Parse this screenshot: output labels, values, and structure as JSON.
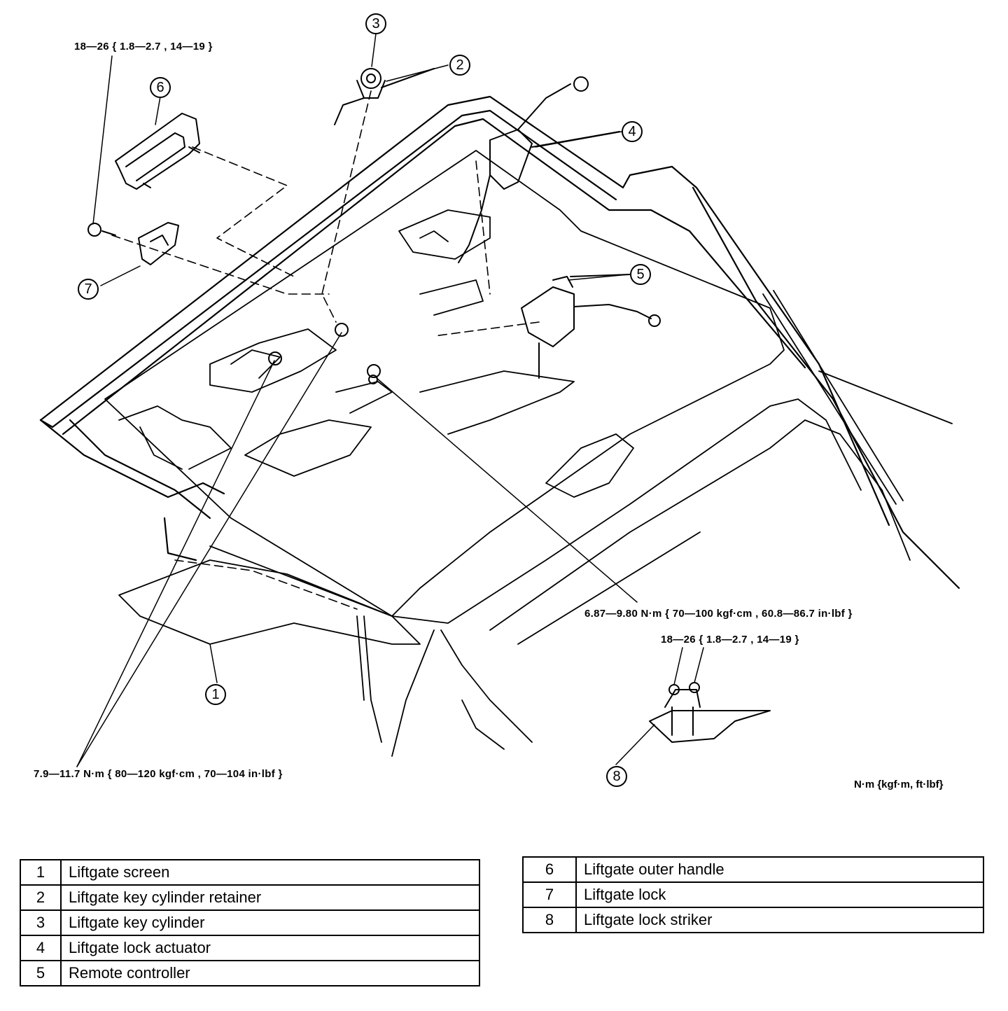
{
  "torque_specs": {
    "handle_bolt": "18—26 { 1.8—2.7 , 14—19 }",
    "actuator_nuts": "6.87—9.80 N·m { 70—100 kgf·cm , 60.8—86.7 in·lbf }",
    "striker_bolts": "18—26 { 1.8—2.7 , 14—19 }",
    "screen_nuts": "7.9—11.7 N·m { 80—120 kgf·cm , 70—104 in·lbf }"
  },
  "unit_note": "N·m {kgf·m, ft·lbf}",
  "callouts": [
    "1",
    "2",
    "3",
    "4",
    "5",
    "6",
    "7",
    "8"
  ],
  "legend_left": [
    {
      "num": "1",
      "part": "Liftgate screen"
    },
    {
      "num": "2",
      "part": "Liftgate key cylinder retainer"
    },
    {
      "num": "3",
      "part": "Liftgate key cylinder"
    },
    {
      "num": "4",
      "part": "Liftgate lock actuator"
    },
    {
      "num": "5",
      "part": "Remote controller"
    }
  ],
  "legend_right": [
    {
      "num": "6",
      "part": "Liftgate outer handle"
    },
    {
      "num": "7",
      "part": "Liftgate lock"
    },
    {
      "num": "8",
      "part": "Liftgate lock striker"
    }
  ]
}
